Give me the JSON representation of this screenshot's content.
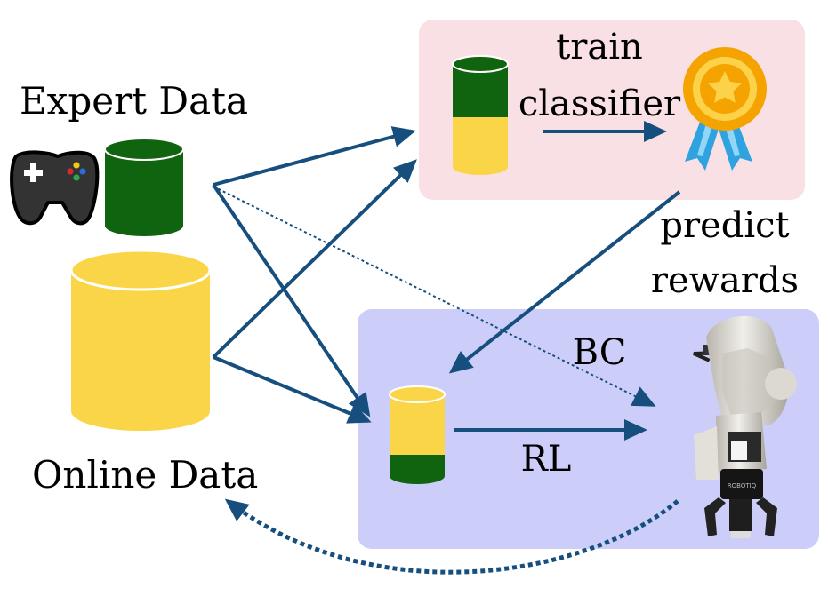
{
  "labels": {
    "expert_data": "Expert Data",
    "online_data": "Online Data",
    "train_line1": "train",
    "train_line2": "classifier",
    "predict_line1": "predict",
    "predict_line2": "rewards",
    "bc": "BC",
    "rl": "RL"
  },
  "robot_brand": "ROBOTIQ",
  "colors": {
    "expert_green": "#10640f",
    "online_yellow": "#fbd548",
    "classifier_panel": "#f9e0e5",
    "rl_panel": "#cccdf8",
    "arrow_blue": "#164f7e",
    "medal_orange": "#f5a300",
    "ribbon_blue": "#2fa2e0"
  },
  "icons": [
    "gamepad-icon",
    "medal-icon",
    "robot-arm-icon"
  ]
}
